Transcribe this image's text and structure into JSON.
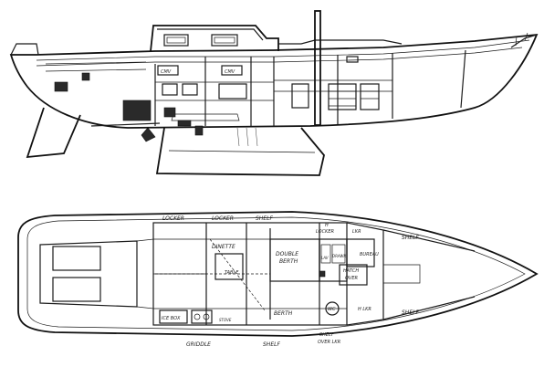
{
  "profile_labels": {
    "left_cabin_label": "CMV",
    "right_cabin_label": "CMV"
  },
  "plan_labels": {
    "locker_1": "LOCKER",
    "locker_2": "LOCKER",
    "shelf_top": "SHELF",
    "h_locker_1": "H",
    "h_locker_2": "LOCKER",
    "lkr_top": "LKR",
    "shelf_bow_top": "SHELF",
    "dinette": "DINETTE",
    "double_1": "DOUBLE",
    "double_2": "BERTH",
    "lav": "LAV",
    "drawer": "DRAWR",
    "bureau": "BUREAU",
    "hatch_1": "HATCH",
    "hatch_2": "OVER",
    "table": "TABLE",
    "ice_box": "ICE BOX",
    "stove": "STOVE",
    "berth": "BERTH",
    "wc": "WC",
    "h_lkr": "H LKR",
    "shelf_bow_bottom": "SHELF",
    "griddle": "GRIDDLE",
    "shelf_bottom": "SHELF",
    "shelf_over_1": "SHELF",
    "shelf_over_2": "OVER LKR"
  }
}
